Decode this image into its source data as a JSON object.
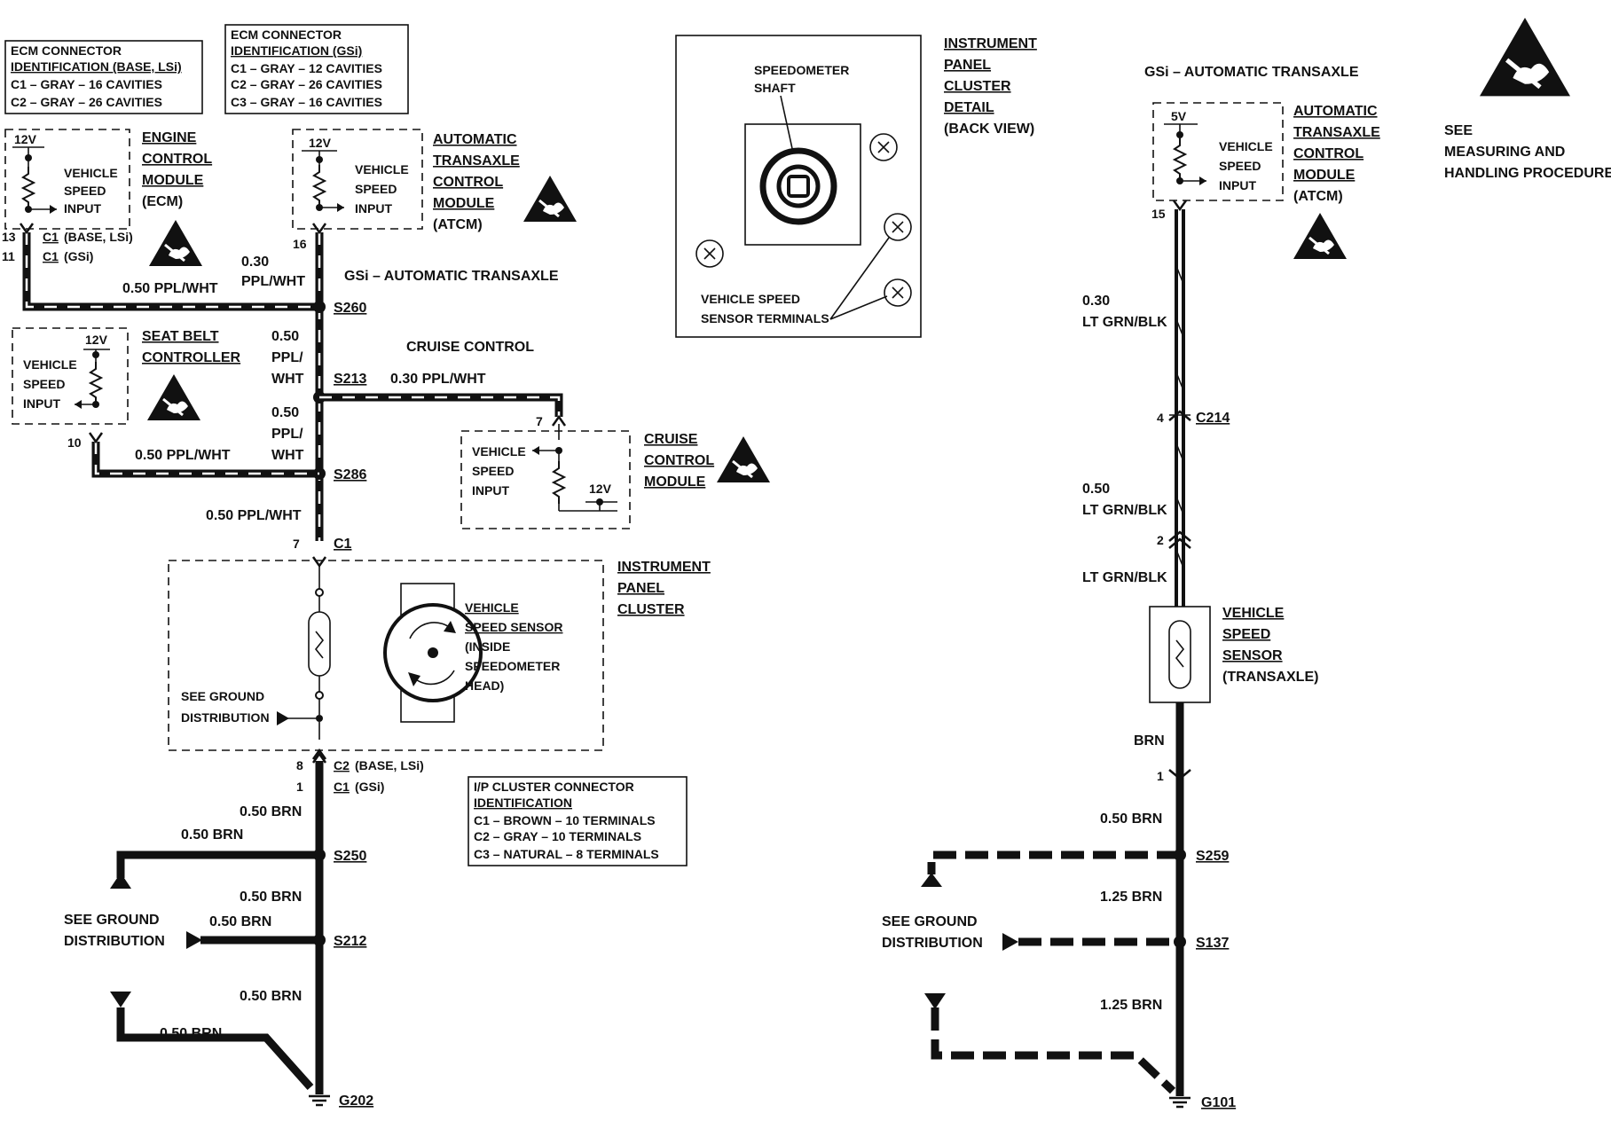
{
  "ecm_conn": {
    "l1": "ECM CONNECTOR",
    "l2": "IDENTIFICATION (BASE, LSi)",
    "l3": "C1 – GRAY – 16 CAVITIES",
    "l4": "C2 – GRAY – 26 CAVITIES"
  },
  "ecm_conn_gsi": {
    "l1": "ECM CONNECTOR",
    "l2": "IDENTIFICATION (GSi)",
    "l3": "C1 – GRAY – 12 CAVITIES",
    "l4": "C2 – GRAY – 26 CAVITIES",
    "l5": "C3 – GRAY – 16 CAVITIES"
  },
  "ecm_module": {
    "volt": "12V",
    "input1": "VEHICLE",
    "input2": "SPEED",
    "input3": "INPUT",
    "name1": "ENGINE",
    "name2": "CONTROL",
    "name3": "MODULE",
    "name4": "(ECM)",
    "pin_a": "13",
    "pin_b": "11",
    "conn_a": "C1",
    "conn_a_note": "(BASE, LSi)",
    "conn_b": "C1",
    "conn_b_note": "(GSi)"
  },
  "atcm_left": {
    "volt": "12V",
    "input1": "VEHICLE",
    "input2": "SPEED",
    "input3": "INPUT",
    "name1": "AUTOMATIC",
    "name2": "TRANSAXLE",
    "name3": "CONTROL",
    "name4": "MODULE",
    "name5": "(ATCM)",
    "pin": "16",
    "wire1": "0.30",
    "wire2": "PPL/WHT",
    "note": "GSi – AUTOMATIC TRANSAXLE"
  },
  "seat_belt": {
    "volt": "12V",
    "input1": "VEHICLE",
    "input2": "SPEED",
    "input3": "INPUT",
    "name1": "SEAT BELT",
    "name2": "CONTROLLER",
    "pin": "10",
    "wire": "0.50 PPL/WHT"
  },
  "wires_left": {
    "ecm_wire": "0.50 PPL/WHT",
    "main1_a": "0.50",
    "main1_b": "PPL/",
    "main1_c": "WHT",
    "main2_a": "0.50",
    "main2_b": "PPL/",
    "main2_c": "WHT",
    "main3": "0.50 PPL/WHT",
    "s260": "S260",
    "s213": "S213",
    "s286": "S286",
    "cruise_wire": "0.30 PPL/WHT",
    "cruise_label": "CRUISE CONTROL"
  },
  "cruise_module": {
    "pin": "7",
    "input1": "VEHICLE",
    "input2": "SPEED",
    "input3": "INPUT",
    "volt": "12V",
    "name1": "CRUISE",
    "name2": "CONTROL",
    "name3": "MODULE"
  },
  "cluster": {
    "pin_top": "7",
    "conn_top": "C1",
    "vss1": "VEHICLE",
    "vss2": "SPEED SENSOR",
    "vss3": "(INSIDE",
    "vss4": "SPEEDOMETER",
    "vss5": "HEAD)",
    "gnd1": "SEE GROUND",
    "gnd2": "DISTRIBUTION",
    "name1": "INSTRUMENT",
    "name2": "PANEL",
    "name3": "CLUSTER",
    "pin_b1": "8",
    "pin_b2": "1",
    "conn_b1": "C2",
    "conn_b1_note": "(BASE, LSi)",
    "conn_b2": "C1",
    "conn_b2_note": "(GSi)"
  },
  "ip_conn": {
    "l1": "I/P CLUSTER CONNECTOR",
    "l2": "IDENTIFICATION",
    "l3": "C1 – BROWN – 10 TERMINALS",
    "l4": "C2 – GRAY – 10 TERMINALS",
    "l5": "C3 – NATURAL – 8 TERMINALS"
  },
  "ground_left": {
    "w1": "0.50 BRN",
    "w2": "0.50 BRN",
    "w3": "0.50 BRN",
    "w4": "0.50 BRN",
    "w5": "0.50 BRN",
    "w6": "0.50 BRN",
    "s250": "S250",
    "s212": "S212",
    "g202": "G202",
    "gnd1": "SEE GROUND",
    "gnd2": "DISTRIBUTION"
  },
  "detail": {
    "shaft1": "SPEEDOMETER",
    "shaft2": "SHAFT",
    "term1": "VEHICLE SPEED",
    "term2": "SENSOR TERMINALS",
    "t1": "INSTRUMENT",
    "t2": "PANEL",
    "t3": "CLUSTER",
    "t4": "DETAIL",
    "t5": "(BACK VIEW)"
  },
  "right": {
    "header": "GSi – AUTOMATIC TRANSAXLE",
    "volt": "5V",
    "input1": "VEHICLE",
    "input2": "SPEED",
    "input3": "INPUT",
    "name1": "AUTOMATIC",
    "name2": "TRANSAXLE",
    "name3": "CONTROL",
    "name4": "MODULE",
    "name5": "(ATCM)",
    "pin15": "15",
    "w1a": "0.30",
    "w1b": "LT GRN/BLK",
    "pin4": "4",
    "c214": "C214",
    "w2a": "0.50",
    "w2b": "LT GRN/BLK",
    "pin2": "2",
    "w3": "LT GRN/BLK",
    "vss1": "VEHICLE",
    "vss2": "SPEED",
    "vss3": "SENSOR",
    "vss4": "(TRANSAXLE)",
    "brn": "BRN",
    "pin1": "1",
    "w4": "0.50 BRN",
    "s259": "S259",
    "w5": "1.25 BRN",
    "gnd1": "SEE GROUND",
    "gnd2": "DISTRIBUTION",
    "s137": "S137",
    "w6": "1.25 BRN",
    "g101": "G101"
  },
  "esd": {
    "l1": "SEE",
    "l2": "MEASURING AND",
    "l3": "HANDLING PROCEDURES"
  }
}
